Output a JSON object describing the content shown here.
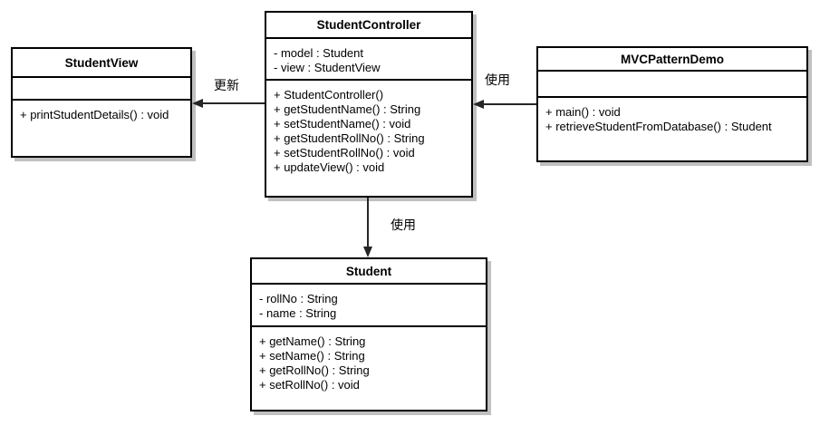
{
  "classes": {
    "student_view": {
      "name": "StudentView",
      "attributes": [],
      "methods": [
        "+ printStudentDetails() : void"
      ]
    },
    "student_controller": {
      "name": "StudentController",
      "attributes": [
        "- model : Student",
        "- view : StudentView"
      ],
      "methods": [
        "+ StudentController()",
        "+ getStudentName() : String",
        "+ setStudentName() : void",
        "+ getStudentRollNo() : String",
        "+ setStudentRollNo() : void",
        "+ updateView() : void"
      ]
    },
    "mvc_pattern_demo": {
      "name": "MVCPatternDemo",
      "attributes": [],
      "methods": [
        "+ main() : void",
        "+ retrieveStudentFromDatabase() : Student"
      ]
    },
    "student": {
      "name": "Student",
      "attributes": [
        "- rollNo : String",
        "- name : String"
      ],
      "methods": [
        "+ getName() : String",
        "+ setName() : String",
        "+ getRollNo() : String",
        "+ setRollNo() : void"
      ]
    }
  },
  "relations": {
    "controller_updates_view": {
      "label": "更新"
    },
    "demo_uses_controller": {
      "label": "使用"
    },
    "controller_uses_student": {
      "label": "使用"
    }
  },
  "colors": {
    "background": "#ffffff",
    "box_fill": "#ffffff",
    "box_border": "#000000",
    "box_shadow": "#c0c0c0",
    "arrow": "#262626"
  }
}
